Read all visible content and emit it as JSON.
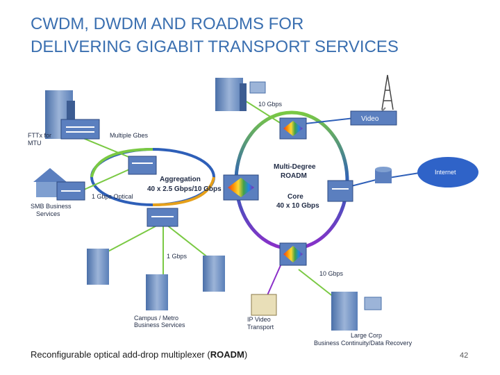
{
  "slide": {
    "title_line1": "CWDM, DWDM AND ROADMS FOR",
    "title_line2": "DELIVERING GIGABIT TRANSPORT SERVICES",
    "caption_text": "Reconfigurable optical add-drop multiplexer (",
    "caption_bold": "ROADM",
    "caption_end": ")",
    "page_number": "42"
  },
  "diagram": {
    "labels": {
      "ftth_1": "FTTx for",
      "ftth_2": "MTU",
      "multiple_gbes": "Multiple Gbes",
      "gbps_optical": "1 Gbps Optical",
      "smb_1": "SMB Business",
      "smb_2": "Services",
      "aggregation_1": "Aggregation",
      "aggregation_2": "40 x 2.5 Gbps/10 Gbps",
      "ten_gbps_top": "10 Gbps",
      "video": "Video",
      "multi_degree_1": "Multi-Degree",
      "multi_degree_2": "ROADM",
      "core_1": "Core",
      "core_2": "40 x 10 Gbps",
      "internet": "Internet",
      "one_gbps": "1 Gbps",
      "ten_gbps_bottom": "10 Gbps",
      "campus_1": "Campus / Metro",
      "campus_2": "Business Services",
      "ipvideo_1": "IP Video",
      "ipvideo_2": "Transport",
      "largecorp_1": "Large Corp",
      "largecorp_2": "Business Continuity/Data Recovery"
    },
    "colors": {
      "title": "#3a6fb0",
      "ring_green": "#7ac943",
      "ring_blue": "#2e5fb8",
      "ring_purple": "#8b2fc9",
      "node_blue": "#5b7fbf",
      "cloud": "#2f63c8"
    }
  }
}
